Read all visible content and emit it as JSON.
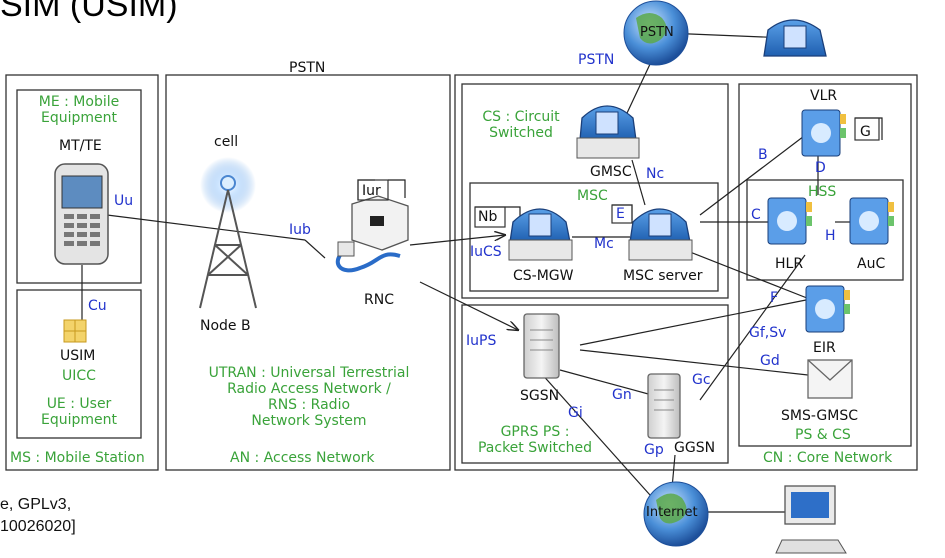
{
  "title": "SIM (USIM)",
  "credit_lines": [
    "e, GPLv3,",
    "10026020]"
  ],
  "nodes": {
    "pstn": "PSTN",
    "internet": "Internet",
    "cell": "cell",
    "node_b": "Node B",
    "rnc": "RNC",
    "mt_te": "MT/TE",
    "usim": "USIM",
    "uicc": "UICC",
    "gmsc": "GMSC",
    "msc_group": "MSC",
    "cs_mgw": "CS-MGW",
    "msc_server": "MSC server",
    "vlr": "VLR",
    "hss": "HSS",
    "hlr": "HLR",
    "auc": "AuC",
    "eir": "EIR",
    "sgsn": "SGSN",
    "ggsn": "GGSN",
    "sms_gmsc": "SMS-GMSC",
    "ps_cs": "PS & CS"
  },
  "domains": {
    "me": "ME : Mobile\nEquipment",
    "ue": "UE : User\nEquipment",
    "ms": "MS : Mobile Station",
    "utran": "UTRAN : Universal Terrestrial\nRadio Access Network /\nRNS : Radio\nNetwork System",
    "an": "AN : Access Network",
    "cs": "CS : Circuit\nSwitched",
    "gprs": "GPRS PS :\nPacket Switched",
    "cn": "CN : Core Network"
  },
  "interfaces": {
    "uu": "Uu",
    "cu": "Cu",
    "iub": "Iub",
    "iur": "Iur",
    "iucs": "IuCS",
    "iups": "IuPS",
    "nb": "Nb",
    "mc": "Mc",
    "e": "E",
    "nc": "Nc",
    "b": "B",
    "d": "D",
    "g": "G",
    "c": "C",
    "h": "H",
    "f": "F",
    "gfsv": "Gf,Sv",
    "gd": "Gd",
    "gc": "Gc",
    "gn": "Gn",
    "gi": "Gi",
    "gp": "Gp",
    "pstn": "PSTN"
  }
}
